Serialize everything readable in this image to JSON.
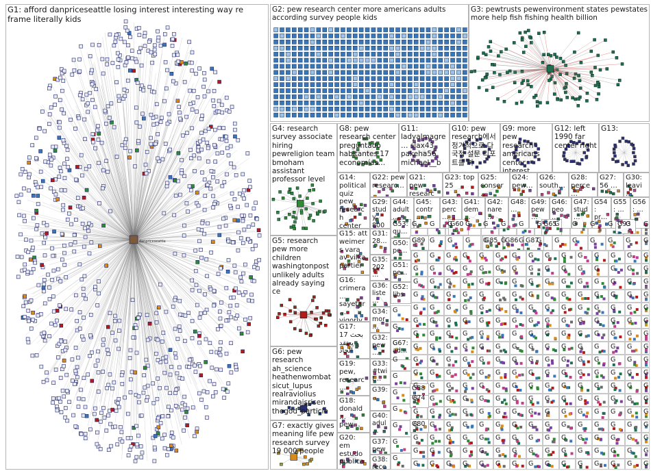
{
  "graph": {
    "colors": {
      "g1": "#2b2f7a",
      "g2": "#3a77b8",
      "g3": "#1f6f52",
      "g4": "#2e8a35",
      "g5": "#b31b1b",
      "edge": "#8c8c8c",
      "redEdge": "#d43b3b",
      "purple": "#7a3fa0",
      "orange": "#d98a1d"
    },
    "groups": [
      {
        "id": "G1",
        "label": "G1: afford danpriceseattle losing interest interesting way re frame literally kids"
      },
      {
        "id": "G2",
        "label": "G2: pew research center more americans adults according survey people kids"
      },
      {
        "id": "G3",
        "label": "G3: pewtrusts pewenvironment states pewstates more help fish fishing health billion"
      },
      {
        "id": "G4",
        "label": "G4: research survey associate hiring pewreligion team bmoham assistant professor level"
      },
      {
        "id": "G5",
        "label": "G5: research pew more children washingtonpost unlikely adults already saying ce"
      },
      {
        "id": "G6",
        "label": "G6: pew research ah_science heathenwombat sicut_lupus realraviolius mirandajsrisen thegod_particle…"
      },
      {
        "id": "G7",
        "label": "G7: exactly gives meaning life pew research survey 19 000 people"
      },
      {
        "id": "G8",
        "label": "G8: pew research center preguntado habitantes 17 economías…"
      },
      {
        "id": "G9",
        "label": "G9: more pew research americans center interest"
      },
      {
        "id": "G10",
        "label": "G10: pew research에서 정기적으로 다국적 설문 리포트를 하"
      },
      {
        "id": "G11",
        "label": "G11: ladyalmagre… slax43 pakeha56 michael__b…"
      },
      {
        "id": "G12",
        "label": "G12: left 1990 far center right"
      },
      {
        "id": "G13",
        "label": "G13:"
      },
      {
        "id": "G14",
        "label": "G14: political quiz pew research center…"
      },
      {
        "id": "G15",
        "label": "G15: att weimers vara av vilka partier…"
      },
      {
        "id": "G16",
        "label": "G16: crimera… sayetar… vigorly…"
      },
      {
        "id": "G17",
        "label": "G17: بحث 17 يعتقد الجاد"
      },
      {
        "id": "G18",
        "label": "G18: donald… pew…"
      },
      {
        "id": "G19",
        "label": "G19: pew, researc…"
      },
      {
        "id": "G20",
        "label": "G20: em estudo publica"
      },
      {
        "id": "G21",
        "label": "G21: pew researc…"
      },
      {
        "id": "G22",
        "label": "G22: pew researc…"
      },
      {
        "id": "G23",
        "label": "G23: top 25"
      },
      {
        "id": "G24",
        "label": "G24: pew…"
      },
      {
        "id": "G25",
        "label": "G25: conser…"
      },
      {
        "id": "G26",
        "label": "G26: south…"
      },
      {
        "id": "G27",
        "label": "G27: 56 …"
      },
      {
        "id": "G28",
        "label": "G28: perce…"
      },
      {
        "id": "G29",
        "label": "G29: study 800…"
      },
      {
        "id": "G30",
        "label": "G30: leavi…"
      },
      {
        "id": "G31",
        "label": "G31: 28…"
      },
      {
        "id": "G32",
        "label": "G32: pew…"
      },
      {
        "id": "G33",
        "label": "G33: #twit…"
      },
      {
        "id": "G34",
        "label": "G34: mor…"
      },
      {
        "id": "G35",
        "label": "G35: 202…"
      },
      {
        "id": "G36",
        "label": "G36: liste…"
      },
      {
        "id": "G37",
        "label": "G37: pew…"
      },
      {
        "id": "G38",
        "label": "G38: rece…"
      },
      {
        "id": "G39",
        "label": "G39: …"
      },
      {
        "id": "G40",
        "label": "G40: adul…"
      },
      {
        "id": "G41",
        "label": "G41: dem…"
      },
      {
        "id": "G42",
        "label": "G42: nare…"
      },
      {
        "id": "G43",
        "label": "G43: perc…"
      },
      {
        "id": "G44",
        "label": "G44: adult…"
      },
      {
        "id": "G45",
        "label": "G45: contr…"
      },
      {
        "id": "G46",
        "label": "G46: peo…"
      },
      {
        "id": "G47",
        "label": "G47: stud…"
      },
      {
        "id": "G48",
        "label": "G48: …"
      },
      {
        "id": "G49",
        "label": "G49: pew…"
      },
      {
        "id": "G50",
        "label": "G50: pe…"
      },
      {
        "id": "G51",
        "label": "G51: pe…"
      },
      {
        "id": "G52",
        "label": "G52: libs…"
      },
      {
        "id": "G53",
        "label": "G53: qu…"
      },
      {
        "id": "G54",
        "label": "G54: pr…"
      },
      {
        "id": "G55",
        "label": "G55: …"
      },
      {
        "id": "G56",
        "label": "G56: …"
      },
      {
        "id": "G60",
        "label": "G60"
      },
      {
        "id": "G65",
        "label": "G65"
      },
      {
        "id": "G67",
        "label": "G67: ad…"
      },
      {
        "id": "G74",
        "label": "G74"
      },
      {
        "id": "G80",
        "label": "G80"
      },
      {
        "id": "G85",
        "label": "G85"
      },
      {
        "id": "G86",
        "label": "G86"
      },
      {
        "id": "G87",
        "label": "G87"
      },
      {
        "id": "G88",
        "label": "G88"
      },
      {
        "id": "G89",
        "label": "G89"
      },
      {
        "id": "G93",
        "label": "G93"
      }
    ],
    "hub_labels": {
      "g1": "danpriceseattle",
      "g5": "washingtonpost"
    },
    "cell_glyph": "G"
  }
}
